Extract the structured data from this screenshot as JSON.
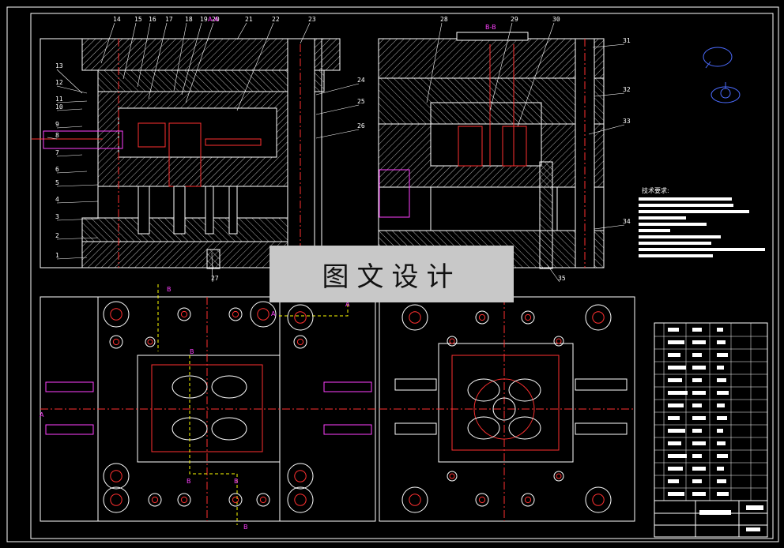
{
  "section_labels": {
    "aa": "A-A",
    "bb": "B-B"
  },
  "tech_req_title": "技术要求:",
  "watermark": "图文设计",
  "part_numbers": [
    "1",
    "2",
    "3",
    "4",
    "5",
    "6",
    "7",
    "8",
    "9",
    "10",
    "11",
    "12",
    "13",
    "14",
    "15",
    "16",
    "17",
    "18",
    "19",
    "20",
    "21",
    "22",
    "23",
    "24",
    "25",
    "26",
    "27",
    "28",
    "29",
    "30",
    "31",
    "32",
    "33",
    "34",
    "35"
  ],
  "view_markers": {
    "a": "A",
    "b": "B"
  },
  "colors": {
    "outline": "#ffffff",
    "hatch": "#b0b0b0",
    "center": "#ff3030",
    "cyan": "#00ffff",
    "magenta": "#ff40ff",
    "yellow": "#ffff00",
    "blue": "#4c6cff"
  }
}
